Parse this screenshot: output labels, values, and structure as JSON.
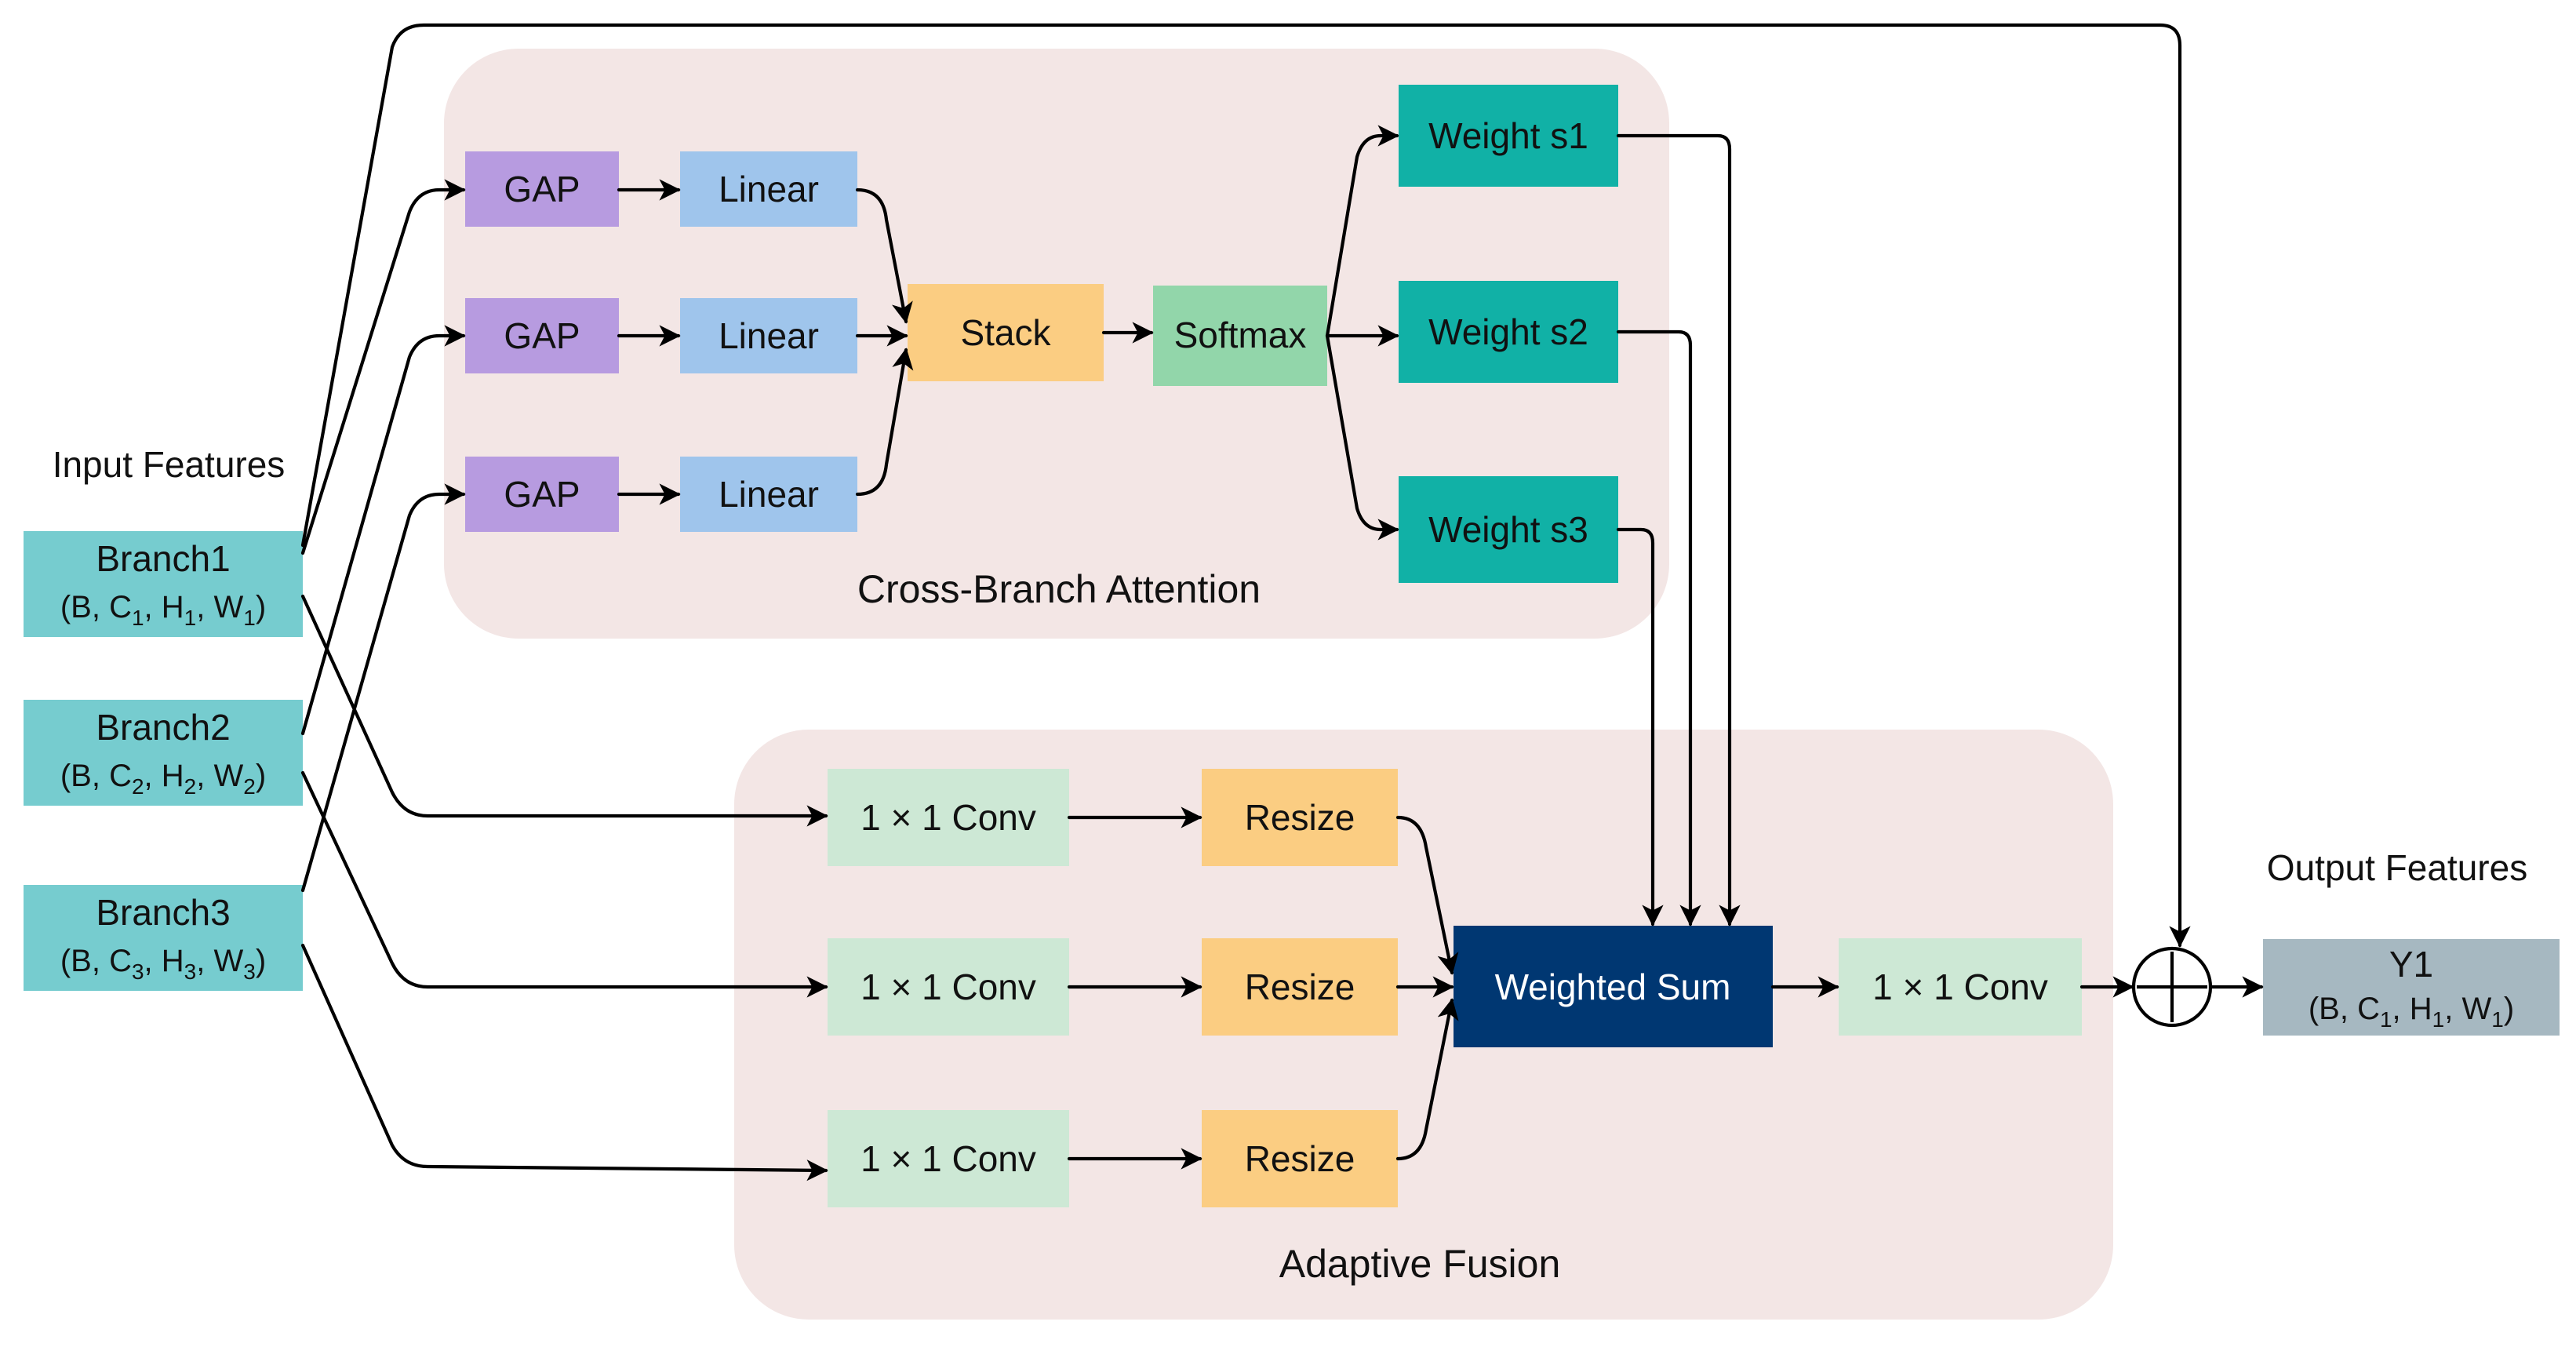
{
  "labels": {
    "input_features": "Input Features",
    "output_features": "Output Features",
    "cross_branch_attention": "Cross-Branch Attention",
    "adaptive_fusion": "Adaptive Fusion"
  },
  "inputs": [
    {
      "name": "Branch1",
      "shape": {
        "p1": "(B, C",
        "s1": "1",
        "p2": ", H",
        "s2": "1",
        "p3": ", W",
        "s3": "1",
        "p4": ")"
      }
    },
    {
      "name": "Branch2",
      "shape": {
        "p1": "(B, C",
        "s1": "2",
        "p2": ", H",
        "s2": "2",
        "p3": ", W",
        "s3": "2",
        "p4": ")"
      }
    },
    {
      "name": "Branch3",
      "shape": {
        "p1": "(B, C",
        "s1": "3",
        "p2": ", H",
        "s2": "3",
        "p3": ", W",
        "s3": "3",
        "p4": ")"
      }
    }
  ],
  "attention": {
    "gap": [
      "GAP",
      "GAP",
      "GAP"
    ],
    "linear": [
      "Linear",
      "Linear",
      "Linear"
    ],
    "stack": "Stack",
    "softmax": "Softmax",
    "weights": [
      "Weight s1",
      "Weight s2",
      "Weight s3"
    ]
  },
  "fusion": {
    "conv": [
      "1 × 1 Conv",
      "1 × 1 Conv",
      "1 × 1 Conv"
    ],
    "resize": [
      "Resize",
      "Resize",
      "Resize"
    ],
    "weighted_sum": "Weighted Sum",
    "final_conv": "1 × 1 Conv"
  },
  "output": {
    "name": "Y1",
    "shape": {
      "p1": "(B, C",
      "s1": "1",
      "p2": ", H",
      "s2": "1",
      "p3": ", W",
      "s3": "1",
      "p4": ")"
    }
  },
  "colors": {
    "region_bg": "#f3e6e5",
    "input_box": "#76cccf",
    "gap_box": "#b79be0",
    "linear_box": "#9fc5ec",
    "stack_box": "#fbcd82",
    "softmax_box": "#92d6aa",
    "weight_box": "#11b1a6",
    "conv_box": "#cde8d5",
    "resize_box": "#fbcd82",
    "weighted_sum_box": "#003772",
    "output_box": "#a6b8c1"
  }
}
